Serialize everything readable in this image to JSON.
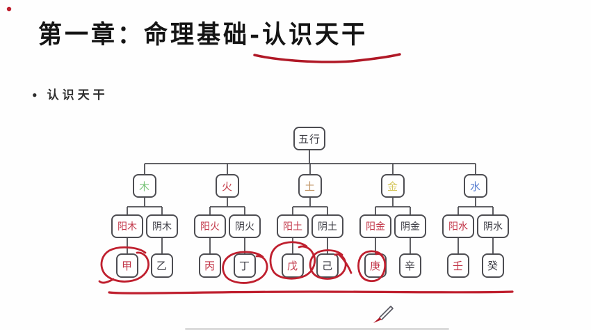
{
  "slide": {
    "title": "第一章：命理基础-认识天干",
    "bullet": {
      "marker": "•",
      "text": "认识天干"
    }
  },
  "diagram": {
    "root": "五行",
    "branches": [
      {
        "element": "木",
        "color": "#7cc47c",
        "yang": "阳木",
        "yin": "阴木",
        "yang_stem": "甲",
        "yin_stem": "乙"
      },
      {
        "element": "火",
        "color": "#c6424e",
        "yang": "阳火",
        "yin": "阴火",
        "yang_stem": "丙",
        "yin_stem": "丁"
      },
      {
        "element": "土",
        "color": "#c29768",
        "yang": "阳土",
        "yin": "阴土",
        "yang_stem": "戊",
        "yin_stem": "己"
      },
      {
        "element": "金",
        "color": "#d6c75f",
        "yang": "阳金",
        "yin": "阴金",
        "yang_stem": "庚",
        "yin_stem": "辛"
      },
      {
        "element": "水",
        "color": "#5b80d0",
        "yang": "阳水",
        "yin": "阴水",
        "yang_stem": "壬",
        "yin_stem": "癸"
      }
    ],
    "yang_text_color": "#c23648",
    "yin_text_color": "#3b3b43",
    "box_border_color": "#4d4d52"
  },
  "annotations": {
    "ink_color": "#bf1f2e",
    "title_underlined_part": "认识天干",
    "circled_stems": [
      "甲",
      "丁",
      "戊",
      "己",
      "庚"
    ],
    "bottom_line_present": "true",
    "pen_cursor": "pen-cursor"
  }
}
